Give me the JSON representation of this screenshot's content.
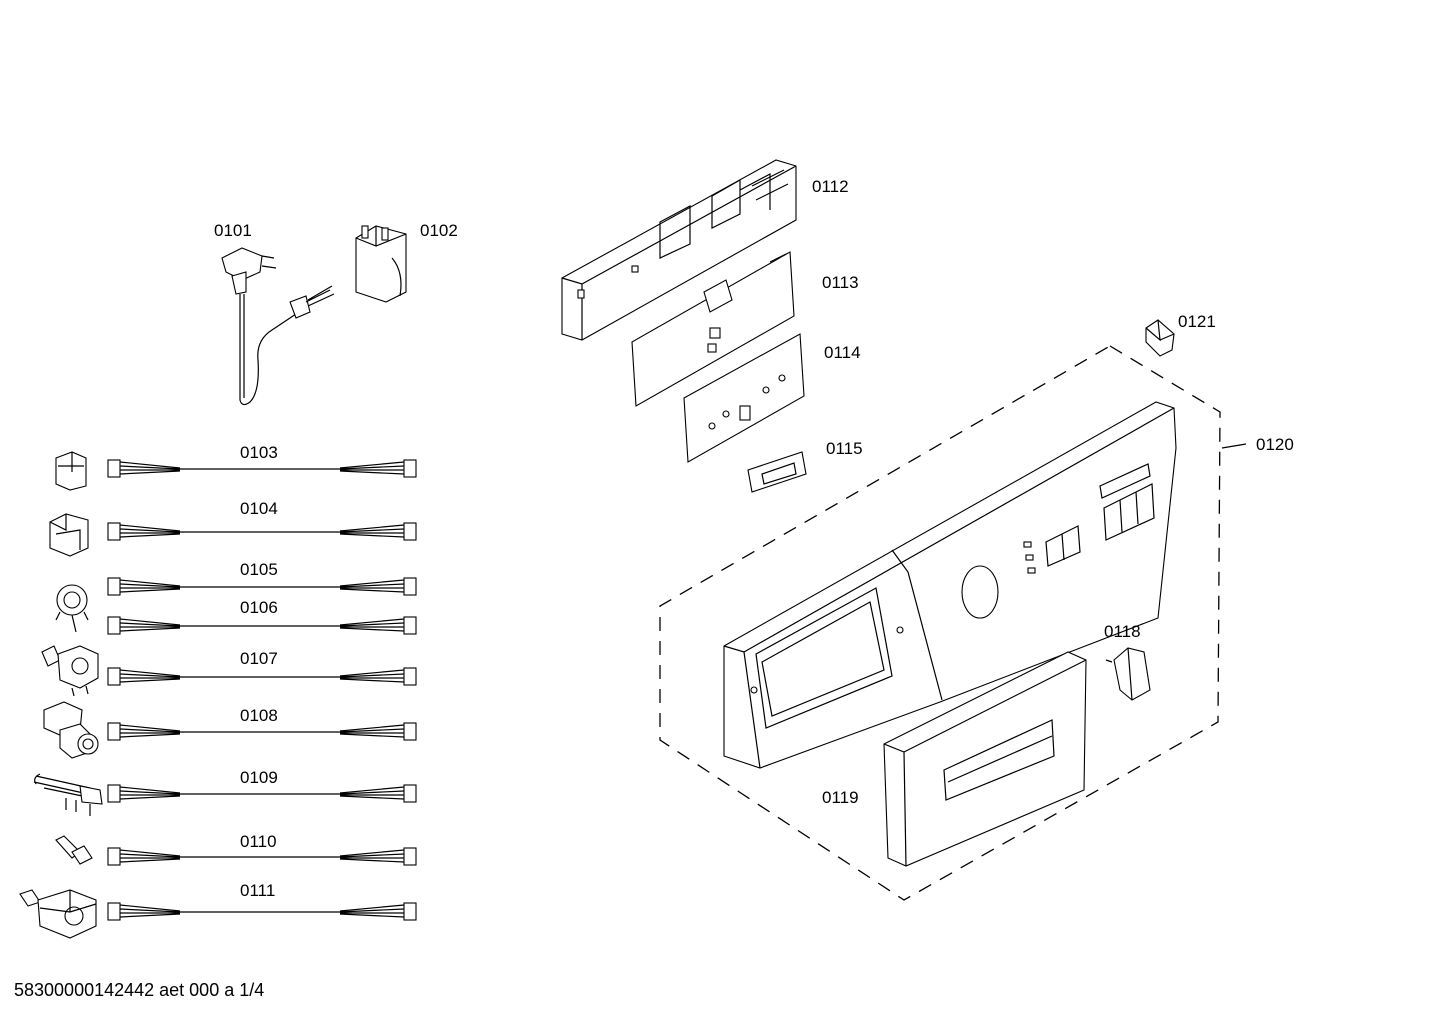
{
  "parts": {
    "p0101": "0101",
    "p0102": "0102",
    "p0103": "0103",
    "p0104": "0104",
    "p0105": "0105",
    "p0106": "0106",
    "p0107": "0107",
    "p0108": "0108",
    "p0109": "0109",
    "p0110": "0110",
    "p0111": "0111",
    "p0112": "0112",
    "p0113": "0113",
    "p0114": "0114",
    "p0115": "0115",
    "p0118": "0118",
    "p0119": "0119",
    "p0120": "0120",
    "p0121": "0121"
  },
  "footer": "58300000142442 aet 000 a 1/4"
}
